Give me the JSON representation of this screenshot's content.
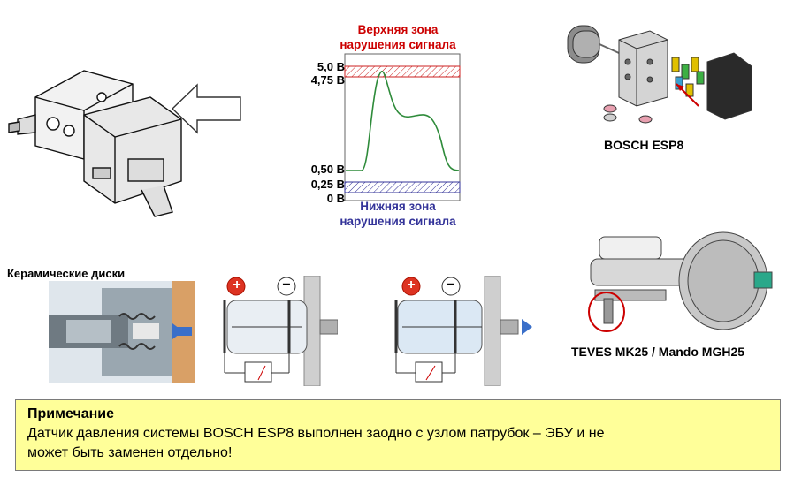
{
  "chart": {
    "upper_zone_label_line1": "Верхняя зона",
    "upper_zone_label_line2": "нарушения сигнала",
    "lower_zone_label_line1": "Нижняя зона",
    "lower_zone_label_line2": "нарушения сигнала",
    "ticks": [
      "5,0 В",
      "4,75 В",
      "0,50 В",
      "0,25 В",
      "0 В"
    ],
    "upper_color": "#cc0000",
    "lower_color": "#333399",
    "signal_color": "#2e8b3a"
  },
  "captions": {
    "ceramic_disks": "Керамические диски",
    "bosch": "BOSCH ESP8",
    "teves": "TEVES MK25 / Mando MGH25"
  },
  "gauge_signs": {
    "plus": "+",
    "minus": "−"
  },
  "note": {
    "title": "Примечание",
    "text_line1": "Датчик давления системы BOSCH ESP8 выполнен заодно с узлом патрубок – ЭБУ и не",
    "text_line2": "может быть заменен отдельно!"
  }
}
